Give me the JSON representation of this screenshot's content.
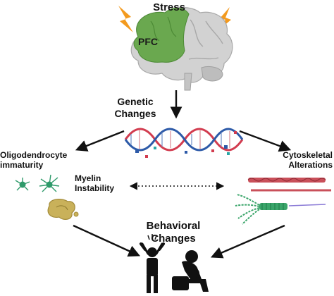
{
  "labels": {
    "stress": "Stress",
    "pfc": "PFC",
    "genetic_changes": "Genetic Changes",
    "oligodendrocyte_immaturity": "Oligodendrocyte immaturity",
    "myelin_instability": "Myelin Instability",
    "cytoskeletal_alterations": "Cytoskeletal Alterations",
    "behavioral_changes": "Behavioral Changes"
  },
  "colors": {
    "pfc_green": "#6aa84f",
    "brain_gray": "#d2d2d2",
    "lightning_orange": "#f39a1e",
    "dna_red": "#d23c4f",
    "dna_blue": "#2d5aa8",
    "oligo_green": "#2e9a6a",
    "myelin_tan": "#c9b15a",
    "fiber_red": "#c9505a",
    "microtubule_green": "#3aa56a",
    "figure_black": "#111111",
    "arrow_black": "#111111"
  },
  "icons": [
    "lightning-icon",
    "brain-icon",
    "dna-icon",
    "oligodendrocyte-icon",
    "myelin-icon",
    "actin-fiber-icon",
    "microtubule-icon",
    "distressed-person-icon",
    "sad-person-icon"
  ]
}
